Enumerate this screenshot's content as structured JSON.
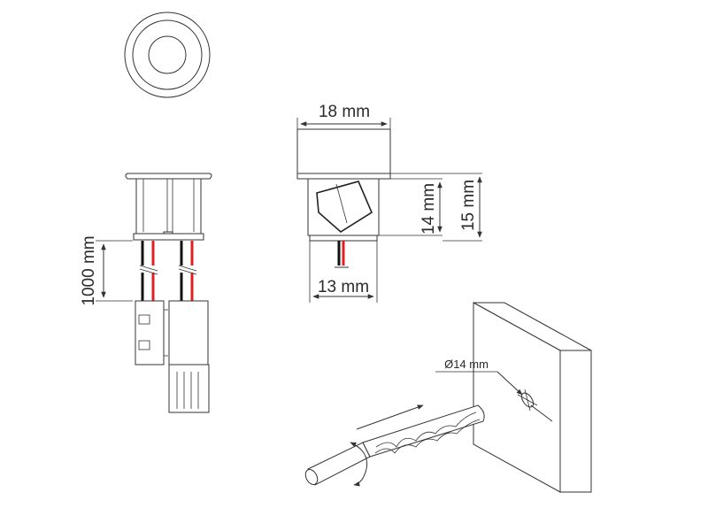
{
  "labels": {
    "width_top": "18 mm",
    "height_body": "14 mm",
    "height_total": "15 mm",
    "width_bottom": "13 mm",
    "cable_length": "1000 mm",
    "drill_diameter": "Ø14 mm"
  },
  "colors": {
    "line": "#333333",
    "wire_red": "#e02020",
    "wire_black": "#111111",
    "background": "#ffffff"
  }
}
